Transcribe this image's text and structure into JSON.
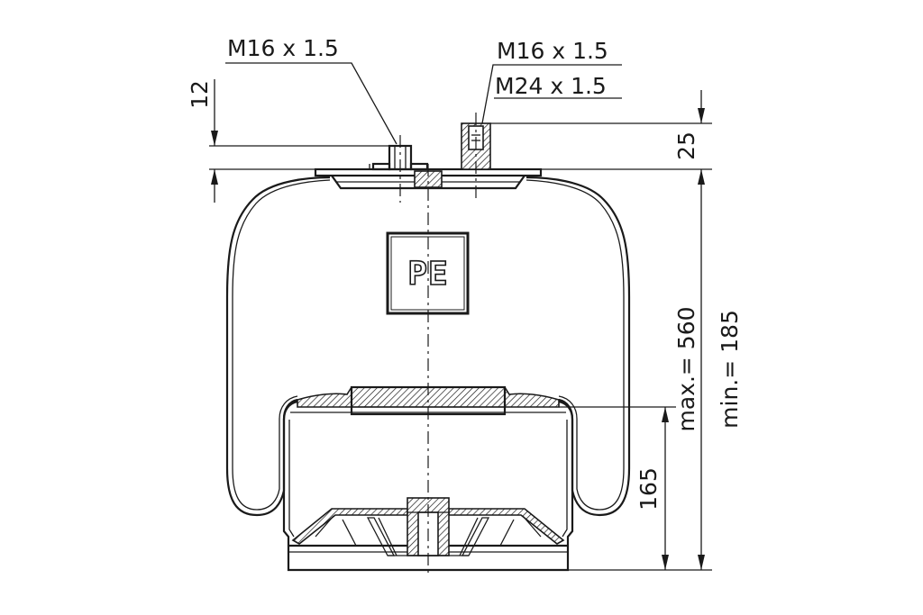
{
  "labels": {
    "thread_left": "M16 x 1.5",
    "thread_right_top": "M16 x 1.5",
    "thread_right_bottom": "M24 x 1.5",
    "dim_12": "12",
    "dim_25": "25",
    "dim_max": "max.= 560",
    "dim_min": "min.= 185",
    "dim_165": "165",
    "logo": "PE"
  }
}
